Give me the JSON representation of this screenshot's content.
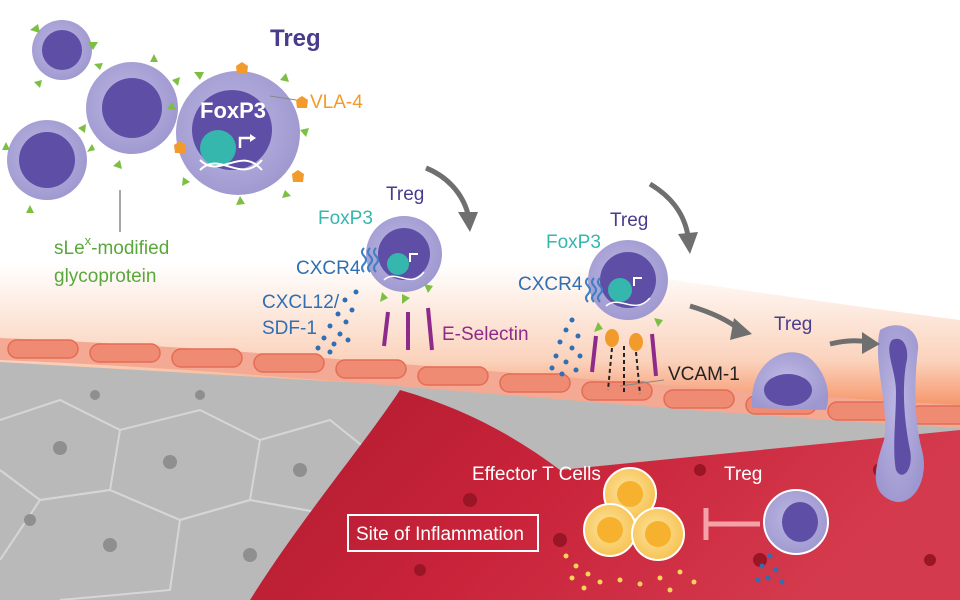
{
  "labels": {
    "treg_top": "Treg",
    "foxp3_top": "FoxP3",
    "vla4": "VLA-4",
    "slex_main": "sLe",
    "slex_sup": "x",
    "slex_rest": "-modified",
    "slex_line2": "glycoprotein",
    "treg_1": "Treg",
    "foxp3_1": "FoxP3",
    "cxcr4_1": "CXCR4",
    "cxcl12": "CXCL12/",
    "sdf1": "SDF-1",
    "eselectin": "E-Selectin",
    "treg_2": "Treg",
    "foxp3_2": "FoxP3",
    "cxcr4_2": "CXCR4",
    "vcam1": "VCAM-1",
    "treg_3": "Treg",
    "effector": "Effector T Cells",
    "treg_4": "Treg",
    "site": "Site of Inflammation"
  },
  "colors": {
    "treg_purple": "#4a3c8c",
    "cell_membrane": "#a8a3d6",
    "nucleus": "#5e4ea6",
    "teal": "#35b7ae",
    "orange": "#f39a2c",
    "green_spike": "#7cbf42",
    "green_text": "#5aa83c",
    "blue_text": "#2f6fb3",
    "magenta": "#8e2a8a",
    "inflammation_red": "#c41f35",
    "endothelium": "#f29c8a",
    "effector_yellow": "#f6b22f",
    "arrow_gray": "#6f6f6f",
    "tissue_gray": "#b5b5b5"
  }
}
